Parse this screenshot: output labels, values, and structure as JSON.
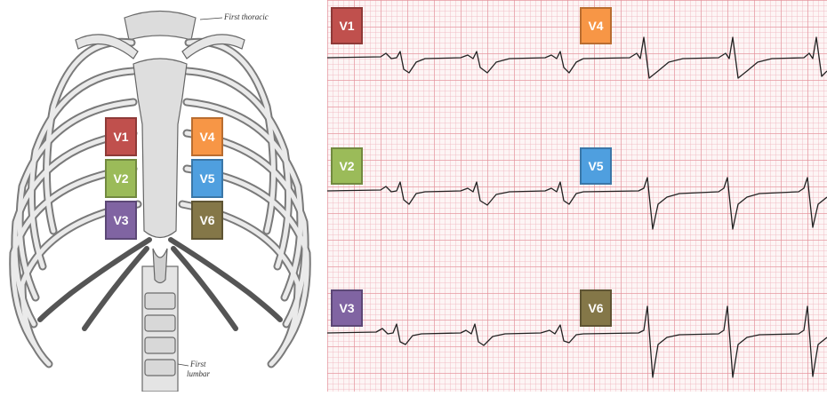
{
  "anatomy": {
    "caption_top": "First thoracic",
    "caption_bottom_line1": "First",
    "caption_bottom_line2": "lumbar",
    "electrodes": [
      {
        "label": "V1",
        "color": "#c0504d"
      },
      {
        "label": "V2",
        "color": "#9bbb59"
      },
      {
        "label": "V3",
        "color": "#8064a2"
      },
      {
        "label": "V4",
        "color": "#f79646"
      },
      {
        "label": "V5",
        "color": "#4f9fdf"
      },
      {
        "label": "V6",
        "color": "#847748"
      }
    ]
  },
  "ecg": {
    "leads": [
      {
        "label": "V1",
        "color": "#c0504d"
      },
      {
        "label": "V2",
        "color": "#9bbb59"
      },
      {
        "label": "V3",
        "color": "#8064a2"
      },
      {
        "label": "V4",
        "color": "#f79646"
      },
      {
        "label": "V5",
        "color": "#4f9fdf"
      },
      {
        "label": "V6",
        "color": "#847748"
      }
    ]
  }
}
